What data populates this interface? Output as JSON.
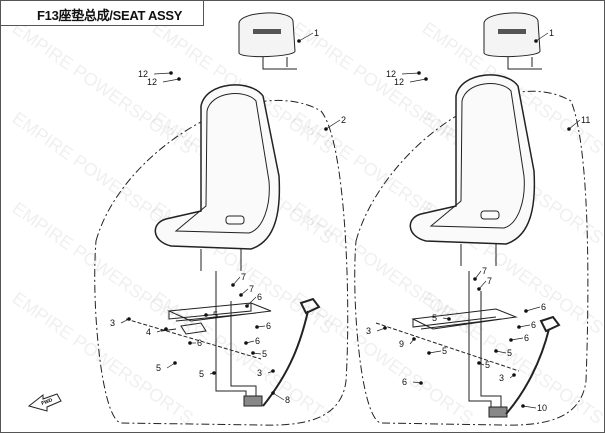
{
  "title": "F13座垫总成/SEAT ASSY",
  "watermark": "EMPIRE POWERSPORTS",
  "fwd_label": "FWD",
  "left_assembly": {
    "callouts": [
      "1",
      "12",
      "12",
      "2",
      "7",
      "7",
      "6",
      "3",
      "4",
      "5",
      "6",
      "6",
      "6",
      "5",
      "5",
      "5",
      "3",
      "8"
    ]
  },
  "right_assembly": {
    "callouts": [
      "1",
      "12",
      "12",
      "11",
      "7",
      "7",
      "6",
      "5",
      "6",
      "3",
      "9",
      "6",
      "5",
      "5",
      "5",
      "3",
      "6",
      "10"
    ]
  }
}
